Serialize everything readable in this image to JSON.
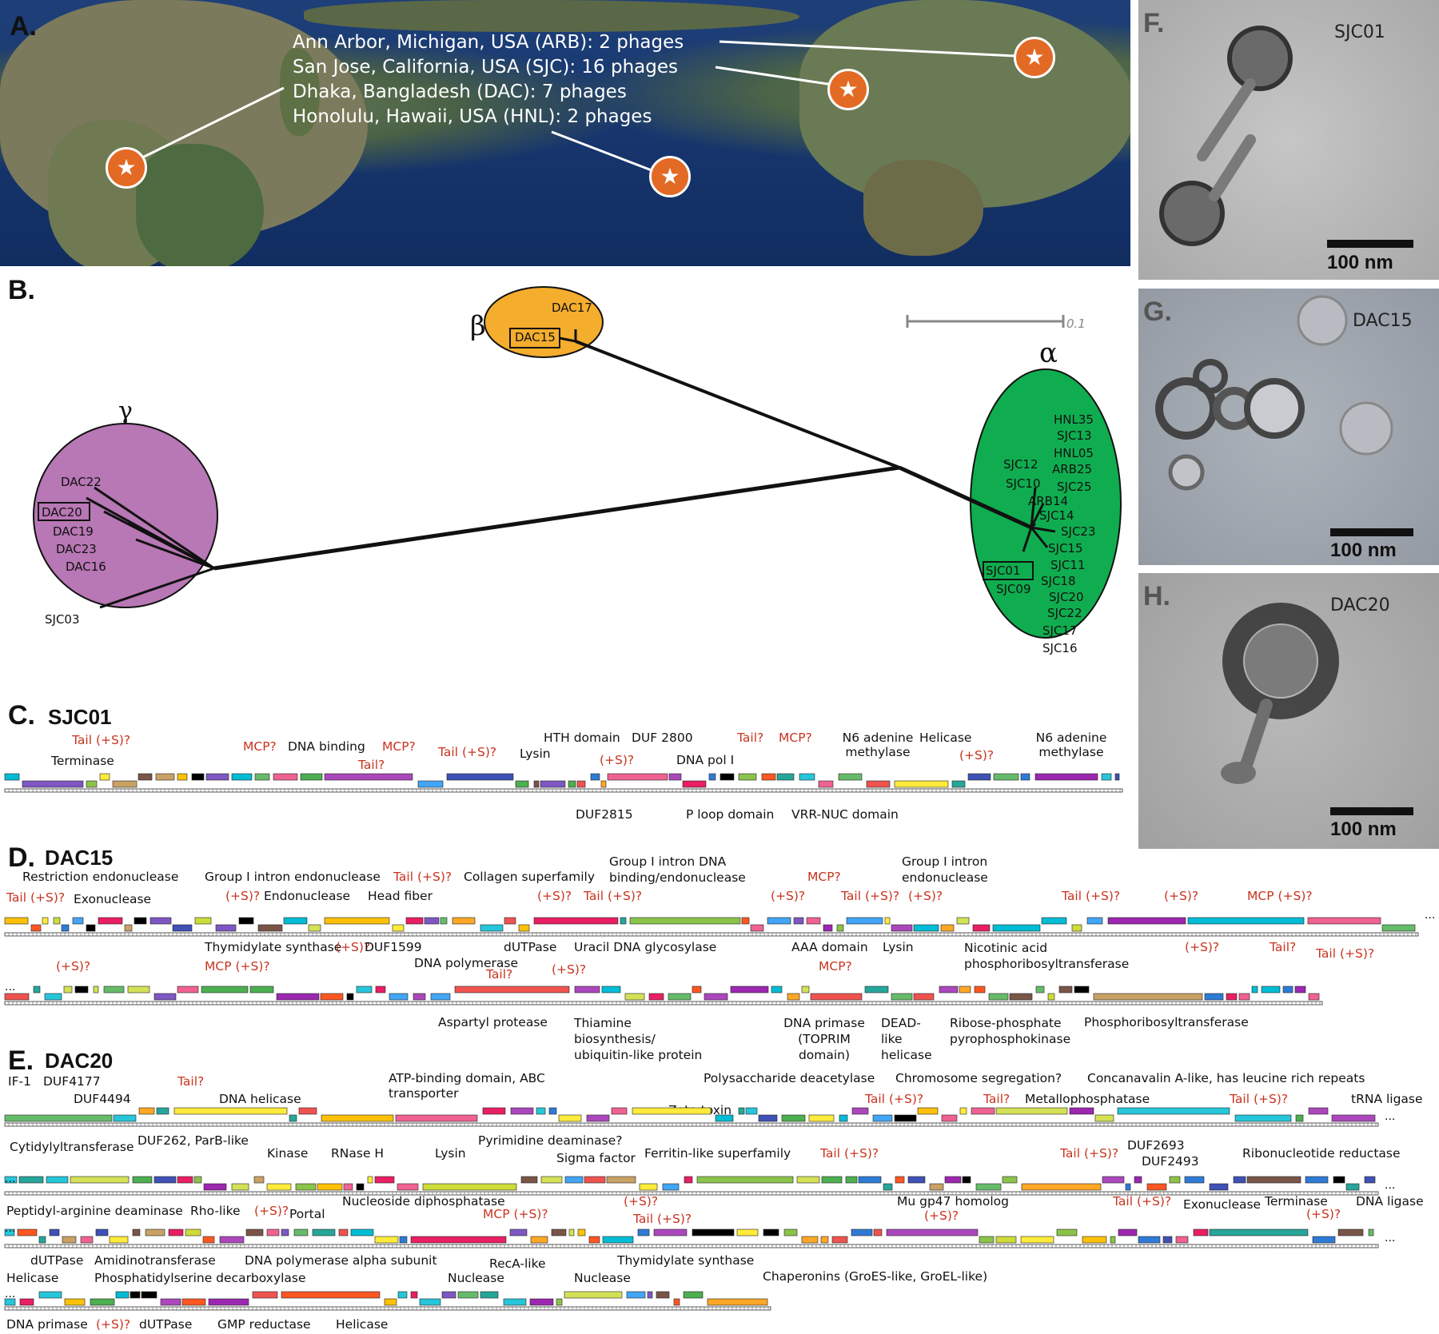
{
  "panels": {
    "A": "A.",
    "B": "B.",
    "C": "C.",
    "D": "D.",
    "E": "E.",
    "F": "F.",
    "G": "G.",
    "H": "H."
  },
  "map": {
    "locations": [
      "Ann Arbor, Michigan, USA (ARB): 2 phages",
      "San Jose, California, USA (SJC): 16 phages",
      "Dhaka, Bangladesh (DAC): 7 phages",
      "Honolulu, Hawaii, USA (HNL): 2 phages"
    ],
    "star_icon": "star-icon",
    "colors": {
      "marker": "#e36a24",
      "ocean": "#16356c"
    }
  },
  "tree": {
    "scale_label": "0.1",
    "clusters": {
      "beta": {
        "symbol": "β",
        "color": "#f5ad2d",
        "members": [
          "DAC17",
          "DAC15"
        ]
      },
      "gamma": {
        "symbol": "γ",
        "color": "#b877b5",
        "members": [
          "DAC22",
          "DAC20",
          "DAC19",
          "DAC23",
          "DAC16",
          "SJC03"
        ]
      },
      "alpha": {
        "symbol": "α",
        "color": "#0fad4f",
        "members": [
          "HNL35",
          "SJC13",
          "HNL05",
          "SJC12",
          "ARB25",
          "SJC10",
          "SJC25",
          "ARB14",
          "SJC14",
          "SJC23",
          "SJC15",
          "SJC11",
          "SJC01",
          "SJC18",
          "SJC09",
          "SJC20",
          "SJC22",
          "SJC17",
          "SJC16"
        ]
      }
    }
  },
  "genome_c": {
    "title": "SJC01",
    "top_black": [
      "Terminase",
      "DNA binding",
      "HTH domain",
      "DUF 2800",
      "Lysin",
      "DNA pol I",
      "N6 adenine methylase",
      "Helicase",
      "N6 adenine methylase"
    ],
    "top_red": [
      "Tail (+S)?",
      "MCP?",
      "Tail?",
      "MCP?",
      "Tail (+S)?",
      "(+S)?",
      "Tail?",
      "MCP?",
      "(+S)?"
    ],
    "bottom_black": [
      "DUF2815",
      "P loop domain",
      "VRR-NUC domain"
    ]
  },
  "genome_d": {
    "title": "DAC15",
    "row1_black": [
      "Restriction endonuclease",
      "Exonuclease",
      "Group I intron endonuclease",
      "Endonuclease",
      "Head fiber",
      "Collagen superfamily",
      "Group I intron DNA binding/endonuclease",
      "Group I intron endonuclease"
    ],
    "row1_red": [
      "Tail (+S)?",
      "(+S)?",
      "Tail (+S)?",
      "(+S)?",
      "Tail (+S)?",
      "(+S)?",
      "MCP?",
      "Tail (+S)?",
      "(+S)?",
      "Tail (+S)?",
      "(+S)?",
      "MCP (+S)?"
    ],
    "row2_black": [
      "Thymidylate synthase",
      "DUF1599",
      "DNA polymerase",
      "dUTPase",
      "Uracil DNA glycosylase",
      "AAA domain",
      "Lysin",
      "Nicotinic acid phosphoribosyltransferase"
    ],
    "row2_red": [
      "(+S)?",
      "MCP (+S)?",
      "(+S)?",
      "Tail?",
      "(+S)?",
      "MCP?",
      "(+S)?",
      "Tail?",
      "Tail (+S)?"
    ],
    "row2_bottom": [
      "Aspartyl protease",
      "Thiamine biosynthesis/ ubiquitin-like protein",
      "DNA primase (TOPRIM domain)",
      "DEAD-like helicase",
      "Ribose-phosphate pyrophosphokinase",
      "Phosphoribosyltransferase"
    ]
  },
  "genome_e": {
    "title": "DAC20",
    "row1_black": [
      "IF-1",
      "DUF4177",
      "DUF4494",
      "DNA helicase",
      "ATP-binding domain, ABC transporter",
      "Zeta toxin",
      "Polysaccharide deacetylase",
      "Chromosome segregation?",
      "Metallophosphatase",
      "Concanavalin A-like, has leucine rich repeats",
      "tRNA ligase"
    ],
    "row1_red": [
      "Tail?",
      "Tail (+S)?",
      "Tail?",
      "Tail (+S)?"
    ],
    "row2_black": [
      "Cytidylyltransferase",
      "DUF262, ParB-like",
      "Kinase",
      "RNase H",
      "Lysin",
      "Pyrimidine deaminase?",
      "Sigma factor",
      "Ferritin-like superfamily",
      "DUF2693",
      "DUF2493",
      "Ribonucleotide reductase"
    ],
    "row2_red": [
      "Tail (+S)?",
      "Tail (+S)?"
    ],
    "row3_black": [
      "Peptidyl-arginine deaminase",
      "Rho-like",
      "Portal",
      "Nucleoside diphosphatase",
      "Mu gp47 homolog",
      "Exonuclease",
      "Terminase",
      "DNA ligase"
    ],
    "row3_red": [
      "(+S)?",
      "MCP (+S)?",
      "(+S)?",
      "Tail (+S)?",
      "(+S)?",
      "Tail (+S)?",
      "(+S)?"
    ],
    "row4_black": [
      "dUTPase",
      "Amidinotransferase",
      "DNA polymerase alpha subunit",
      "Helicase",
      "Phosphatidylserine decarboxylase",
      "RecA-like",
      "Nuclease",
      "Nuclease",
      "Thymidylate synthase",
      "Chaperonins (GroES-like, GroEL-like)"
    ],
    "row4_bottom": [
      "DNA primase",
      "(+S)?",
      "dUTPase",
      "GMP reductase",
      "Helicase"
    ]
  },
  "em": {
    "F": {
      "label": "SJC01",
      "scale": "100 nm"
    },
    "G": {
      "label": "DAC15",
      "scale": "100 nm"
    },
    "H": {
      "label": "DAC20",
      "scale": "100 nm"
    }
  },
  "continuation": "..."
}
